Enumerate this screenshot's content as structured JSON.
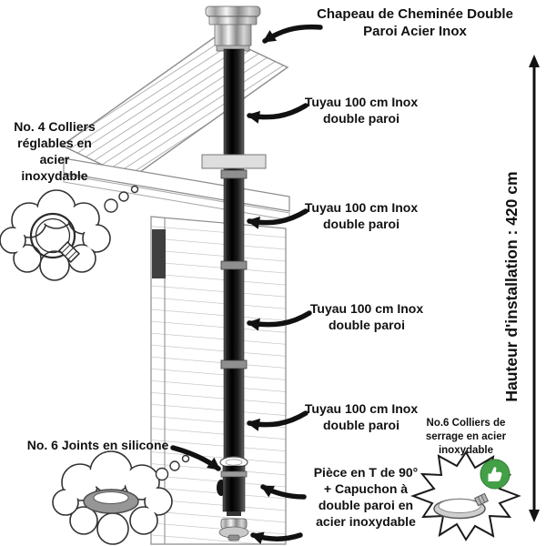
{
  "labels": {
    "cap": "Chapeau de Cheminée Double\nParoi Acier Inox",
    "pipes": [
      "Tuyau 100 cm Inox\ndouble paroi",
      "Tuyau 100 cm Inox\ndouble paroi",
      "Tuyau 100 cm Inox\ndouble paroi",
      "Tuyau 100 cm Inox\ndouble paroi"
    ],
    "collars": "No. 4 Colliers\nréglables en\nacier\ninoxydable",
    "joints": "No. 6 Joints en silicone",
    "clamps": "No.6 Colliers de\nserrage en acier\ninoxydable",
    "tee": "Pièce en T de 90°\n+ Capuchon à\ndouble paroi en\nacier inoxydable",
    "height": "Hauteur d'installation : 420 cm"
  },
  "colors": {
    "ink": "#111111",
    "line_art": "#8c8c8c",
    "badge_green": "#43a047",
    "pipe_dark": "#0d0d0d",
    "steel": "#c7c7c7"
  },
  "icons": {
    "thumbs_up": "thumbs-up-icon",
    "height_dimension": "double-arrow-vertical-icon",
    "thought_bubbles": "thought-bubble-icon",
    "starburst": "starburst-icon"
  }
}
